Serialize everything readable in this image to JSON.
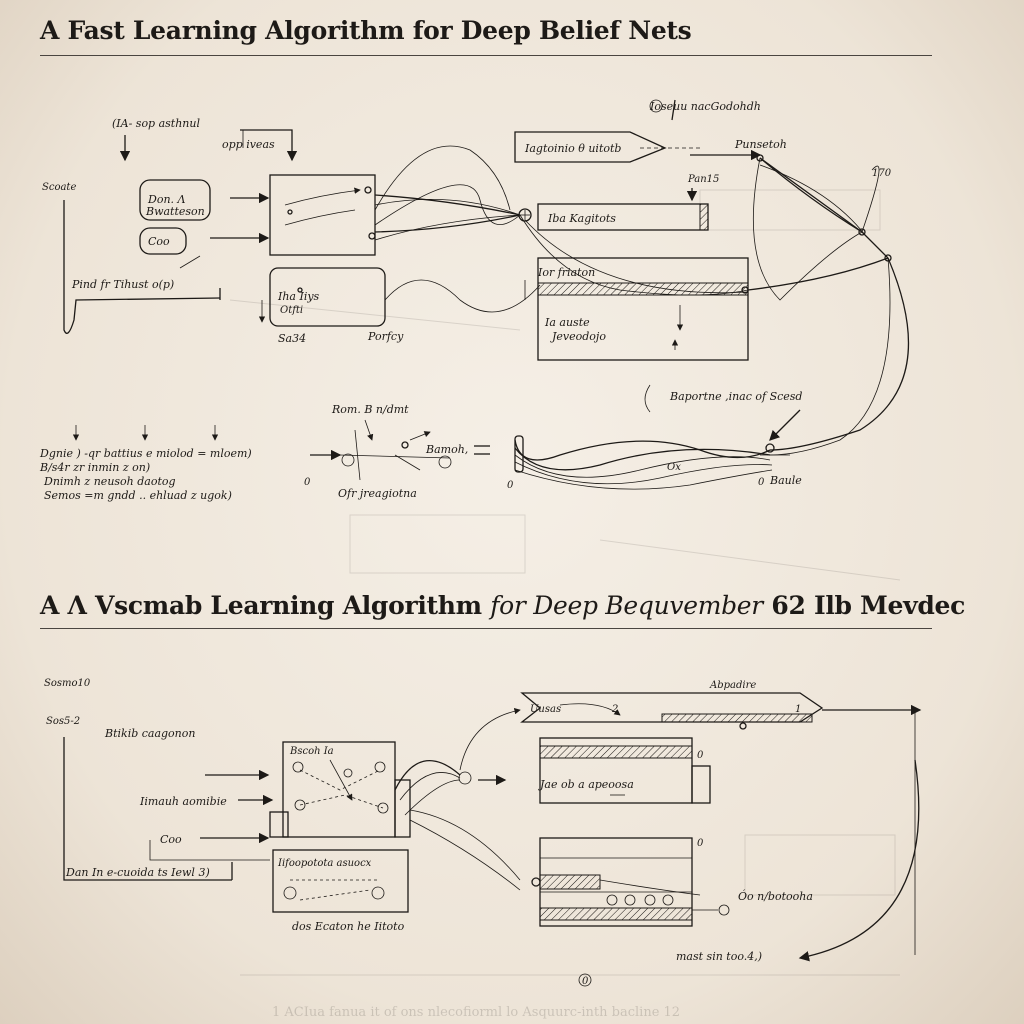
{
  "title_top": "A Fast Learning Algorithm for Deep Belief Nets",
  "title_bottom_plain": "A Λ Vscmab Learning Algorithm ",
  "title_bottom_italic": "for Deep Bequvember",
  "title_bottom_tail": " 62 Ilb Mevdec",
  "footer_caption": "1 ACIua fanua it of ons nlecofiorml lo  Asquurc-inth bacline  12",
  "labels_top": [
    "(IA- sop asthnul",
    "opp iveas",
    "Scoate",
    "Don. Λ",
    "Bwatteson",
    "Coo",
    "Pind fr  Tihust o(p)",
    "Iha Iiys",
    "Otfti",
    "Sa34",
    "Porfcy",
    "Iagtoinio θ uitotb",
    "Punsetoh",
    "Pan15",
    "Iba  Kagitots",
    "Ior friaton",
    "Ia auste",
    "Jeveodojo",
    "Ioseuu nacGodohdh",
    "Baportne  ,inac  of Scesd",
    "Baule",
    "Rom. B n/dmt",
    "Bamoh,",
    "Ofr jreagiotna",
    "Dgnie ) -qr  battius  e miolod = mloem)",
    "B/s4r  zr inmin z on)",
    "Dnimh z neusoh  daotog",
    "Semos  =m gndd .. ehluad z ugok)",
    "Ox"
  ],
  "labels_bottom": [
    "Sosmo10",
    "Sos5-2",
    "Btikib caagonon",
    "Bscoh Ia",
    "Iimauh aomibie",
    "Coo",
    "Dan In e-cuoida ts Iewl 3)",
    "Iifoopotota asuocx",
    "dos  Ecaton  he Iitoto",
    "Uusas",
    "Abpadire",
    "Jae ob a apeoosa",
    "Óo n/botooha",
    "mast sin too.4,)"
  ],
  "colors": {
    "paper": "#efe7dc",
    "ink": "#1d1a17"
  }
}
